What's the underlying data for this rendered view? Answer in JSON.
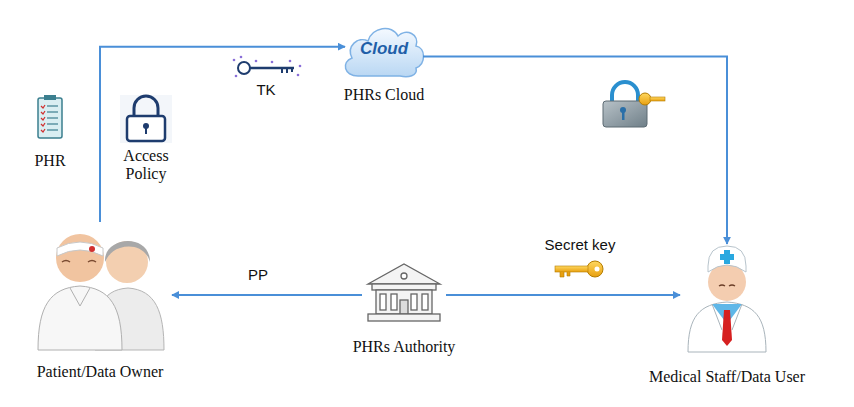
{
  "diagram": {
    "nodes": [
      {
        "text": [
          "Patient/Data Owner"
        ]
      },
      {
        "text": [
          "Cloud",
          "PHRs Cloud"
        ]
      },
      {
        "text": [
          "PHRs Authority"
        ]
      },
      {
        "text": [
          "Medical Staff/Data User"
        ]
      }
    ],
    "edges": [
      {
        "from": 0,
        "to": 1,
        "arrow": "to",
        "label": "TK"
      },
      {
        "from": 1,
        "to": 3,
        "arrow": "to"
      },
      {
        "from": 2,
        "to": 0,
        "arrow": "to",
        "label": "PP"
      },
      {
        "from": 2,
        "to": 3,
        "arrow": "to",
        "label": "Secret key"
      }
    ],
    "labels": [
      "PHR",
      "Access Policy"
    ]
  }
}
